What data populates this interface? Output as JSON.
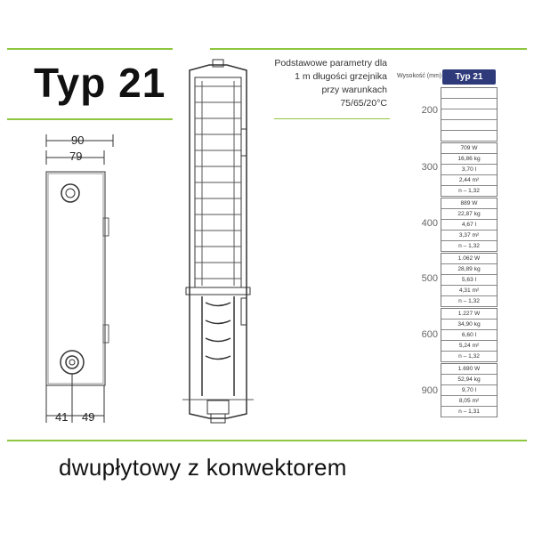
{
  "title": "Typ 21",
  "description": [
    "Podstawowe parametry dla",
    "1 m długości grzejnika",
    "przy warunkach",
    "75/65/20°C"
  ],
  "table": {
    "height_label": "Wysokość (mm)",
    "type_label": "Typ 21",
    "rows": [
      {
        "height": "200",
        "values": [
          "",
          "",
          "",
          "",
          ""
        ]
      },
      {
        "height": "300",
        "values": [
          "709 W",
          "16,86 kg",
          "3,70 l",
          "2,44 m²",
          "n – 1,32"
        ]
      },
      {
        "height": "400",
        "values": [
          "889 W",
          "22,87 kg",
          "4,67 l",
          "3,37 m²",
          "n – 1,32"
        ]
      },
      {
        "height": "500",
        "values": [
          "1.062 W",
          "28,89 kg",
          "5,63 l",
          "4,31 m²",
          "n – 1,32"
        ]
      },
      {
        "height": "600",
        "values": [
          "1.227 W",
          "34,90 kg",
          "6,60 l",
          "5,24 m²",
          "n – 1,32"
        ]
      },
      {
        "height": "900",
        "values": [
          "1.690 W",
          "52,94 kg",
          "9,70 l",
          "8,05 m²",
          "n – 1,31"
        ]
      }
    ]
  },
  "dimensions": {
    "width_outer": "90",
    "width_inner": "79",
    "bottom_left": "41",
    "bottom_right": "49"
  },
  "subtitle": "dwupłytowy z konwektorem",
  "colors": {
    "accent_green": "#8dc63f",
    "header_blue": "#2f3a7a"
  }
}
